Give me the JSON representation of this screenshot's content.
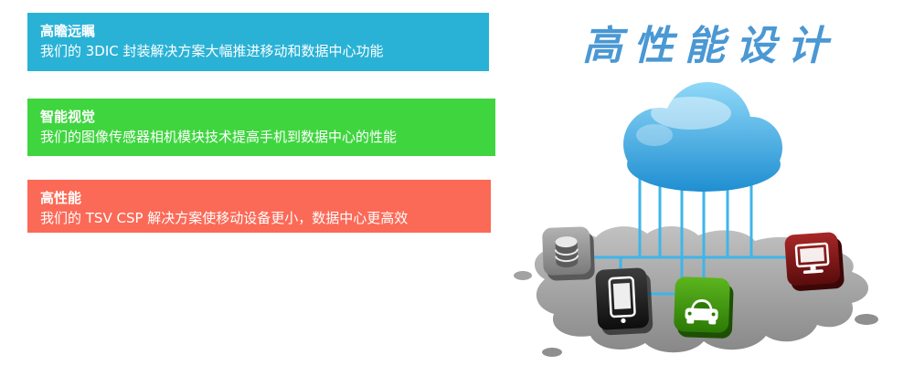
{
  "headline": {
    "text": "高性能设计",
    "color": "#4a98d4"
  },
  "banners": [
    {
      "title": "高瞻远瞩",
      "subtitle": "我们的 3DIC 封装解决方案大幅推进移动和数据中心功能",
      "color": "#29b2d6"
    },
    {
      "title": "智能视觉",
      "subtitle": "我们的图像传感器相机模块技术提高手机到数据中心的性能",
      "color": "#3fd53f"
    },
    {
      "title": "高性能",
      "subtitle": "我们的 TSV CSP 解决方案使移动设备更小，数据中心更高效",
      "color": "#fb6a57"
    }
  ],
  "illustration": {
    "description": "cloud connected to devices over gray land map",
    "line_color": "#3eb5ea",
    "cloud_color": "#2e9fe2",
    "ground_color": "#9a9a9a",
    "icons": [
      {
        "name": "cloud-icon",
        "color": "#2e9fe2"
      },
      {
        "name": "database-icon",
        "color": "#8a8a8a"
      },
      {
        "name": "phone-icon",
        "color": "#1c1c1c"
      },
      {
        "name": "car-icon",
        "color": "#3c8d0d"
      },
      {
        "name": "laptop-icon",
        "color": "#8c1d1d"
      }
    ]
  }
}
